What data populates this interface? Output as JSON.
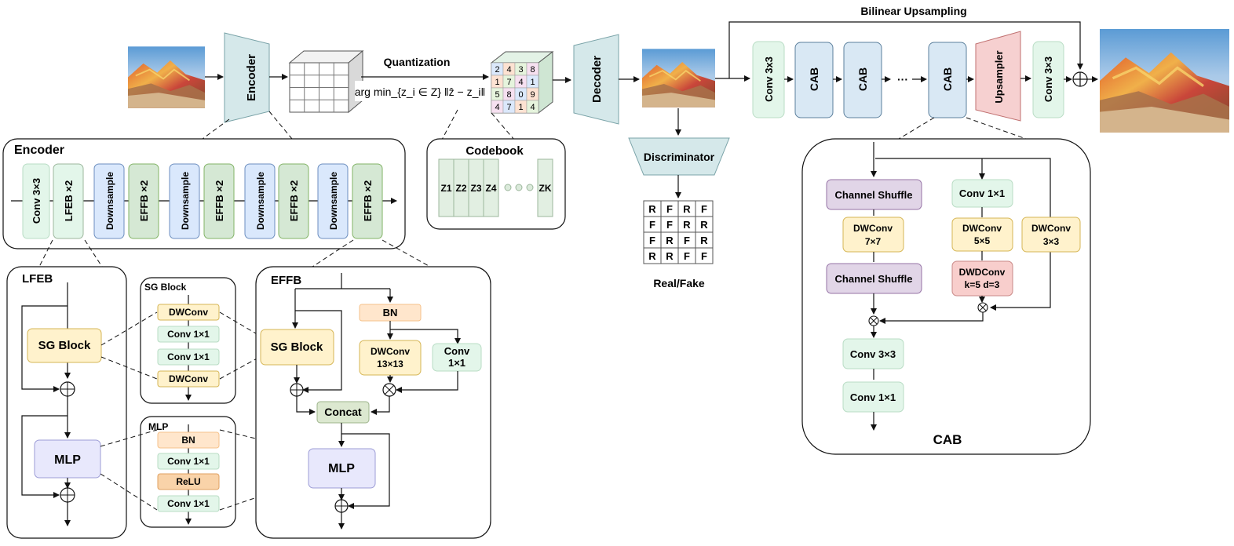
{
  "top": {
    "encoder": "Encoder",
    "decoder": "Decoder",
    "quantization": "Quantization",
    "formula": "arg min_{z_i ∈ Z} ‖ẑ − z_i‖",
    "bilinear": "Bilinear Upsampling",
    "discriminator": "Discriminator",
    "real_fake": "Real/Fake",
    "conv3x3_a": "Conv 3x3",
    "cab": "CAB",
    "upsampler": "Upsampler",
    "conv3x3_b": "Conv 3×3",
    "ellipsis": "···",
    "codebook_digits": [
      [
        "2",
        "4",
        "3",
        "8"
      ],
      [
        "1",
        "7",
        "4",
        "1"
      ],
      [
        "5",
        "8",
        "0",
        "9"
      ],
      [
        "4",
        "7",
        "1",
        "4"
      ]
    ],
    "rf_grid": [
      [
        "R",
        "F",
        "R",
        "F"
      ],
      [
        "F",
        "F",
        "R",
        "R"
      ],
      [
        "F",
        "R",
        "F",
        "R"
      ],
      [
        "R",
        "R",
        "F",
        "F"
      ]
    ]
  },
  "codebook": {
    "title": "Codebook",
    "entries": [
      "Z1",
      "Z2",
      "Z3",
      "Z4"
    ],
    "last": "ZK"
  },
  "encoder_panel": {
    "title": "Encoder",
    "blocks": [
      "Conv 3×3",
      "LFEB ×2",
      "Downsample",
      "EFFB ×2",
      "Downsample",
      "EFFB ×2",
      "Downsample",
      "EFFB ×2",
      "Downsample",
      "EFFB ×2"
    ]
  },
  "lfeb": {
    "title": "LFEB",
    "sg": "SG Block",
    "mlp": "MLP"
  },
  "sg_block": {
    "title": "SG Block",
    "items": [
      "DWConv",
      "Conv 1×1",
      "Conv 1×1",
      "DWConv"
    ]
  },
  "mlp_block": {
    "title": "MLP",
    "items": [
      "BN",
      "Conv 1×1",
      "ReLU",
      "Conv 1×1"
    ]
  },
  "effb": {
    "title": "EFFB",
    "sg": "SG Block",
    "bn": "BN",
    "dwconv": [
      "DWConv",
      "13×13"
    ],
    "conv": [
      "Conv",
      "1×1"
    ],
    "concat": "Concat",
    "mlp": "MLP"
  },
  "cab_panel": {
    "title": "CAB",
    "channel_shuffle_1": "Channel Shuffle",
    "dwconv7": [
      "DWConv",
      "7×7"
    ],
    "channel_shuffle_2": "Channel Shuffle",
    "conv1x1_top": "Conv 1×1",
    "dwconv5": [
      "DWConv",
      "5×5"
    ],
    "dwdconv": [
      "DWDConv",
      "k=5 d=3"
    ],
    "dwconv3": [
      "DWConv",
      "3×3"
    ],
    "conv3x3": "Conv 3×3",
    "conv1x1_bottom": "Conv 1×1"
  },
  "colors": {
    "encoder_trap": "#d5e8ea",
    "conv_green": "#e3f6ea",
    "cab_blue": "#d9e8f4",
    "upsampler_red": "#f6d0d0",
    "down_blue": "#dae8fc",
    "effb_green": "#d5e8d4",
    "yellow": "#fff2cc",
    "purple": "#e1d5e7",
    "orange": "#ffe6cc",
    "pink": "#f8cecc",
    "mlp_lav": "#e8e8fc"
  }
}
